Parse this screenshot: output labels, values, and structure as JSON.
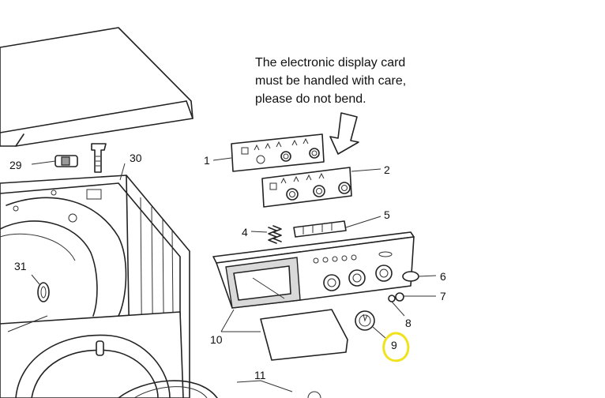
{
  "note": {
    "lines": [
      "The electronic display card",
      "must be handled with care,",
      "please do not bend."
    ]
  },
  "callouts": {
    "c1": "1",
    "c2": "2",
    "c4": "4",
    "c5": "5",
    "c6": "6",
    "c7": "7",
    "c8": "8",
    "c9": "9",
    "c10": "10",
    "c11": "11",
    "c29": "29",
    "c30": "30",
    "c31": "31"
  },
  "colors": {
    "highlight": "#f0e21c",
    "line": "#222222"
  }
}
